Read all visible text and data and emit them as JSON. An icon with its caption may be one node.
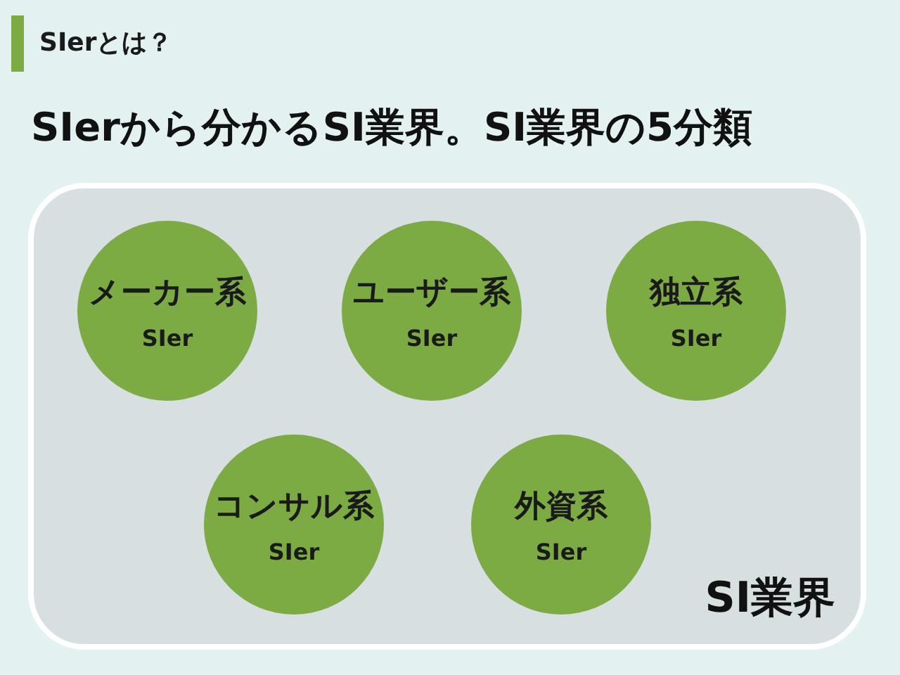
{
  "diagram": {
    "title": "SIerから分かるSI業界。SI業界の5分類",
    "nodes": [
      {
        "text": [
          "SI業界"
        ]
      },
      {
        "text": [
          "メーカー系",
          "SIer"
        ],
        "in": 0
      },
      {
        "text": [
          "ユーザー系",
          "SIer"
        ],
        "in": 0
      },
      {
        "text": [
          "独立系",
          "SIer"
        ],
        "in": 0
      },
      {
        "text": [
          "コンサル系",
          "SIer"
        ],
        "in": 0
      },
      {
        "text": [
          "外資系",
          "SIer"
        ],
        "in": 0
      }
    ],
    "labels": [
      "SIerとは？"
    ]
  }
}
